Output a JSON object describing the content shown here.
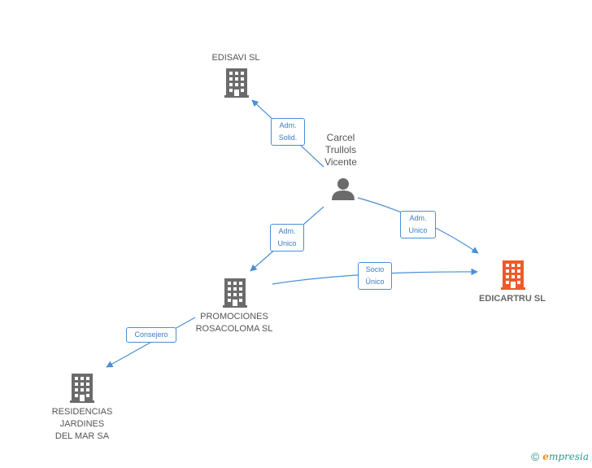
{
  "nodes": {
    "edisavi": {
      "label": "EDISAVI SL"
    },
    "person": {
      "label": "Carcel\nTrullols\nVicente"
    },
    "edicartru": {
      "label": "EDICARTRU SL"
    },
    "promociones": {
      "label": "PROMOCIONES\nROSACOLOMA SL"
    },
    "residencias": {
      "label": "RESIDENCIAS\nJARDINES\nDEL MAR SA"
    }
  },
  "edges": {
    "adm_solid": {
      "label": "Adm.\nSolid."
    },
    "adm_unico_1": {
      "label": "Adm.\nUnico"
    },
    "adm_unico_2": {
      "label": "Adm.\nUnico"
    },
    "socio_unico": {
      "label": "Socio\nÚnico"
    },
    "consejero": {
      "label": "Consejero"
    }
  },
  "footer": {
    "copyright": "©",
    "brand_e": "e",
    "brand_rest": "mpresia"
  },
  "colors": {
    "edge": "#4a8fd6",
    "building": "#6b6b6b",
    "focus": "#f05a28"
  }
}
